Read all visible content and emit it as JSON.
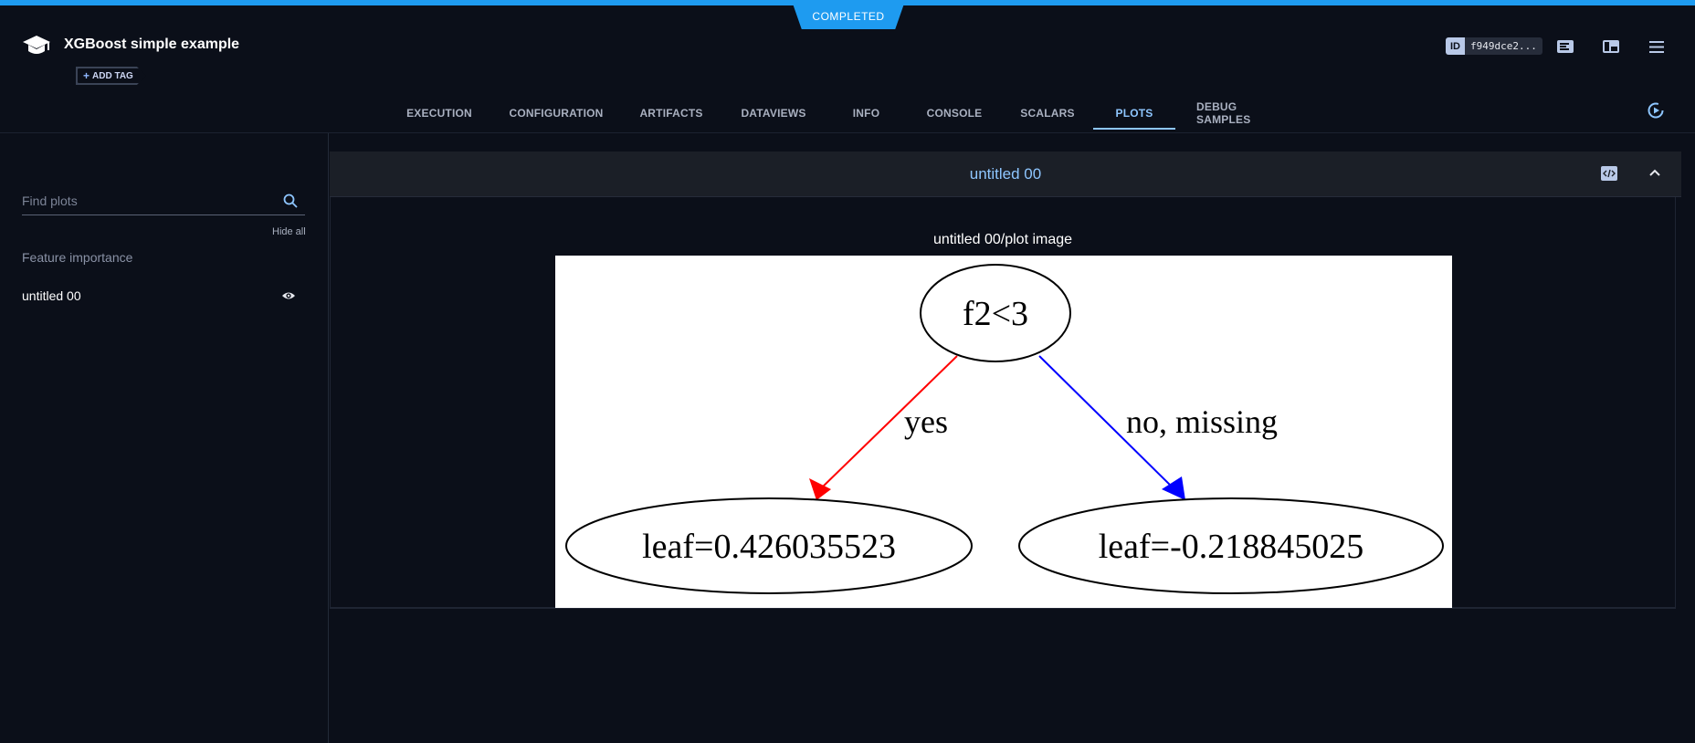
{
  "header": {
    "status": "COMPLETED",
    "task_title": "XGBoost simple example",
    "add_tag_label": "ADD TAG",
    "id_label": "ID",
    "id_value": "f949dce2..."
  },
  "tabs": [
    {
      "label": "EXECUTION"
    },
    {
      "label": "CONFIGURATION"
    },
    {
      "label": "ARTIFACTS"
    },
    {
      "label": "DATAVIEWS"
    },
    {
      "label": "INFO"
    },
    {
      "label": "CONSOLE"
    },
    {
      "label": "SCALARS"
    },
    {
      "label": "PLOTS",
      "active": true
    },
    {
      "label": "DEBUG SAMPLES"
    }
  ],
  "sidebar": {
    "search_placeholder": "Find plots",
    "hide_all_label": "Hide all",
    "group_label": "Feature importance",
    "items": [
      {
        "label": "untitled 00"
      }
    ]
  },
  "main": {
    "section_title": "untitled 00",
    "plot_title": "untitled 00/plot image",
    "tree": {
      "root": "f2<3",
      "left_edge": "yes",
      "right_edge": "no, missing",
      "left_leaf": "leaf=0.426035523",
      "right_leaf": "leaf=-0.218845025",
      "colors": {
        "yes": "#ff0000",
        "no": "#0000ff"
      }
    }
  },
  "colors": {
    "accent": "#1e9bf0",
    "active_tab": "#8ec6ff",
    "background": "#0b0f19"
  }
}
